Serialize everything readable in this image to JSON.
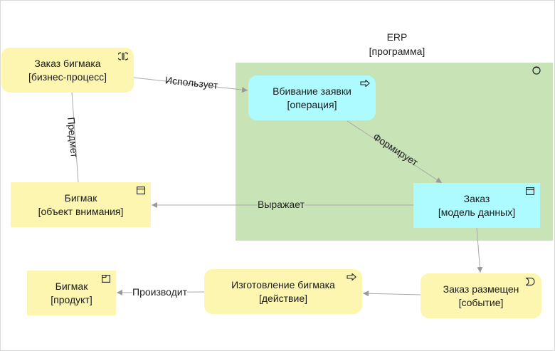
{
  "group": {
    "name": "ERP",
    "type": "[программа]"
  },
  "nodes": {
    "order_process": {
      "name": "Заказ бигмака",
      "type": "[бизнес-процесс]",
      "icon": "process-icon"
    },
    "order_entry": {
      "name": "Вбивание заявки",
      "type": "[операция]",
      "icon": "arrow-right-icon"
    },
    "bigmac_object": {
      "name": "Бигмак",
      "type": "[объект внимания]",
      "icon": "box-icon"
    },
    "order_data": {
      "name": "Заказ",
      "type": "[модель данных]",
      "icon": "box-icon"
    },
    "bigmac_product": {
      "name": "Бигмак",
      "type": "[продукт]",
      "icon": "product-icon"
    },
    "make_bigmac": {
      "name": "Изготовление бигмака",
      "type": "[действие]",
      "icon": "arrow-right-icon"
    },
    "order_placed": {
      "name": "Заказ размещен",
      "type": "[событие]",
      "icon": "event-icon"
    }
  },
  "edges": {
    "uses": "Использует",
    "subject": "Предмет",
    "forms": "Формирует",
    "expresses": "Выражает",
    "produces": "Производит"
  },
  "colors": {
    "yellow": "#fdf6b0",
    "cyan": "#aefbff",
    "green": "#c8e3b5",
    "line": "#9a9a9a"
  }
}
